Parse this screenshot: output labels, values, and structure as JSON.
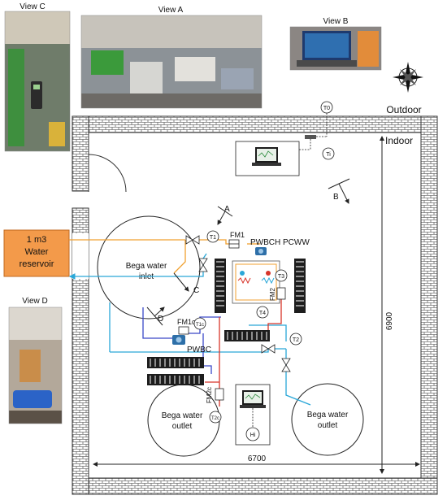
{
  "views": {
    "a": "View A",
    "b": "View B",
    "c": "View C",
    "d": "View D"
  },
  "labels": {
    "outdoor": "Outdoor",
    "indoor": "Indoor",
    "reservoir_line1": "1 m3",
    "reservoir_line2": "Water",
    "reservoir_line3": "reservoir",
    "inlet_line1": "Bega water",
    "inlet_line2": "inlet",
    "outlet_left_line1": "Bega water",
    "outlet_left_line2": "outlet",
    "outlet_right_line1": "Bega water",
    "outlet_right_line2": "outlet",
    "dim_vertical": "6900",
    "dim_horizontal": "6700",
    "arrow_a": "A",
    "arrow_b": "B",
    "arrow_c": "C",
    "arrow_d": "D",
    "fm1": "FM1",
    "fm1c": "FM1c",
    "fm2": "FM2",
    "fm2c": "FM2c",
    "pw_bch": "PWBCH",
    "pw_bc": "PWBC",
    "pc_ww": "PCWW",
    "t0": "T0",
    "ti": "Ti",
    "t1": "T1",
    "t1c": "T1c",
    "t2": "T2",
    "t2c": "T2c",
    "t3": "T3",
    "t4": "T4",
    "hi": "Hi"
  },
  "colors": {
    "hot_line": "#f0a030",
    "cold_line": "#2aa7d8",
    "return_line": "#3a48c8",
    "red_line": "#d8352a",
    "reservoir_fill": "#f39a4a",
    "wall": "#333333"
  }
}
